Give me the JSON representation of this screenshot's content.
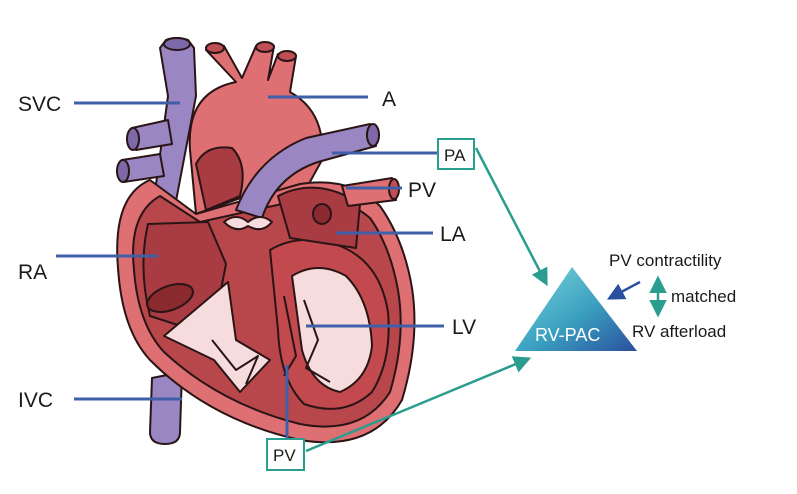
{
  "labels": {
    "svc": "SVC",
    "a": "A",
    "pa": "PA",
    "pv_top": "PV",
    "la": "LA",
    "ra": "RA",
    "lv": "LV",
    "ivc": "IVC",
    "pv_bottom": "PV"
  },
  "rvpac": {
    "triangle_label": "RV-PAC",
    "pv_contractility": "PV contractility",
    "matched": "matched",
    "rv_afterload": "RV afterload"
  },
  "colors": {
    "label_line": "#3f5fa8",
    "connector": "#2a9d8f",
    "vein": "#9a86c2",
    "artery": "#de6f72",
    "muscle": "#b8474b",
    "chamber_dark": "#8a2a2e",
    "triangle_top": "#6bc7cf",
    "triangle_bottom": "#2a5fa8"
  }
}
